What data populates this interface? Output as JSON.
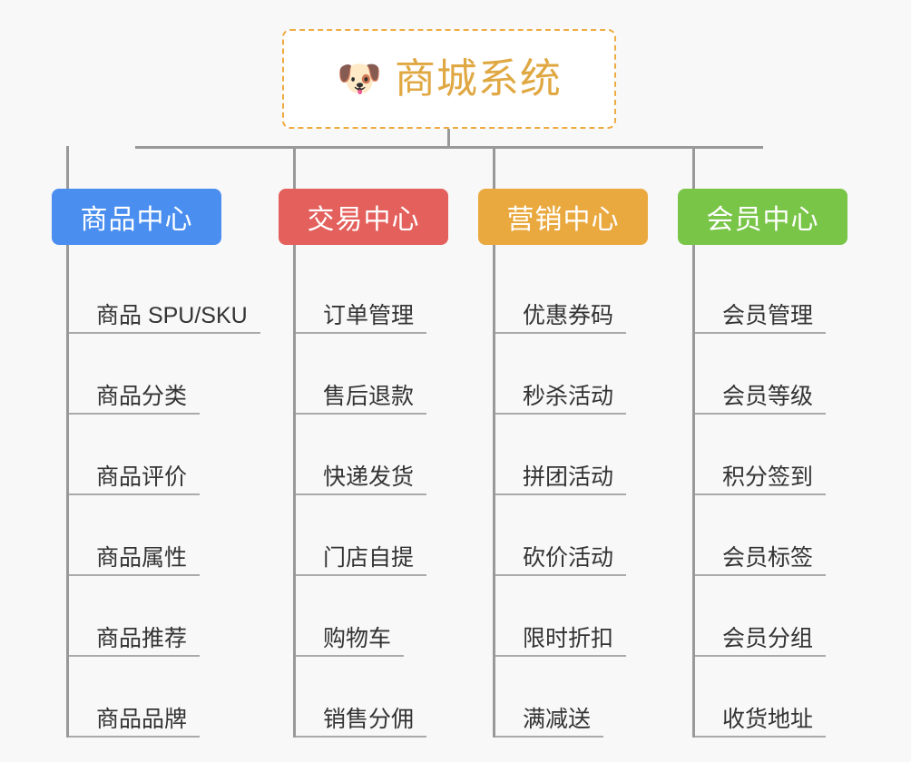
{
  "page": {
    "background": "#f8f8f8",
    "line_color": "#999999",
    "leaf_rule_color": "#aaaaaa",
    "leaf_text_color": "#333333"
  },
  "root": {
    "icon": "dog-face-emoji",
    "emoji": "🐶",
    "title": "商城系统",
    "title_color": "#e0a843",
    "border_color": "#eeab42",
    "background": "#ffffff"
  },
  "branches": [
    {
      "label": "商品中心",
      "color": "#4a8ef0",
      "items": [
        "商品 SPU/SKU",
        "商品分类",
        "商品评价",
        "商品属性",
        "商品推荐",
        "商品品牌"
      ]
    },
    {
      "label": "交易中心",
      "color": "#e4605c",
      "items": [
        "订单管理",
        "售后退款",
        "快递发货",
        "门店自提",
        "购物车",
        "销售分佣"
      ]
    },
    {
      "label": "营销中心",
      "color": "#eaa93f",
      "items": [
        "优惠券码",
        "秒杀活动",
        "拼团活动",
        "砍价活动",
        "限时折扣",
        "满减送"
      ]
    },
    {
      "label": "会员中心",
      "color": "#79c548",
      "items": [
        "会员管理",
        "会员等级",
        "积分签到",
        "会员标签",
        "会员分组",
        "收货地址"
      ]
    }
  ]
}
